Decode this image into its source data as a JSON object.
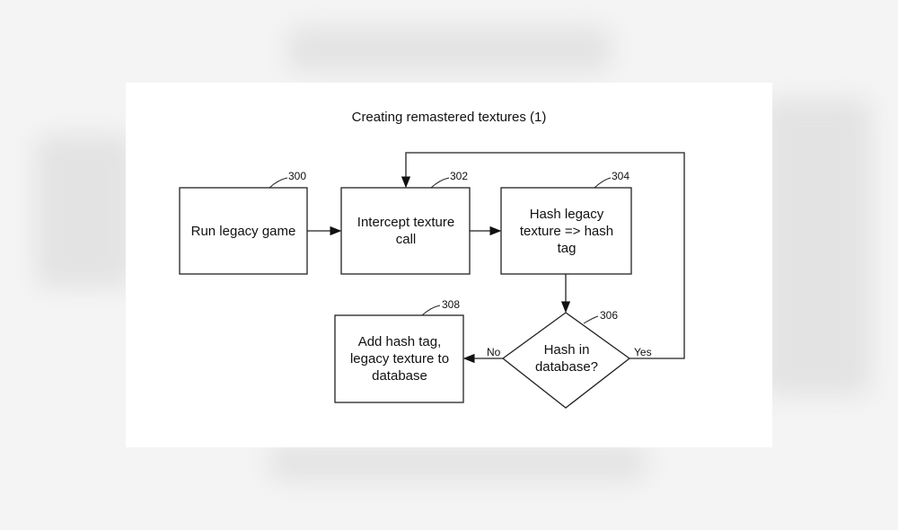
{
  "diagram": {
    "title": "Creating remastered textures (1)",
    "nodes": {
      "run_game": {
        "ref": "300",
        "label": "Run legacy game"
      },
      "intercept": {
        "ref": "302",
        "label": "Intercept texture call"
      },
      "hash": {
        "ref": "304",
        "label": "Hash legacy texture => hash tag"
      },
      "decision": {
        "ref": "306",
        "label": "Hash in database?"
      },
      "add": {
        "ref": "308",
        "label": "Add hash tag, legacy texture to database"
      }
    },
    "edges": {
      "no": "No",
      "yes": "Yes"
    }
  }
}
